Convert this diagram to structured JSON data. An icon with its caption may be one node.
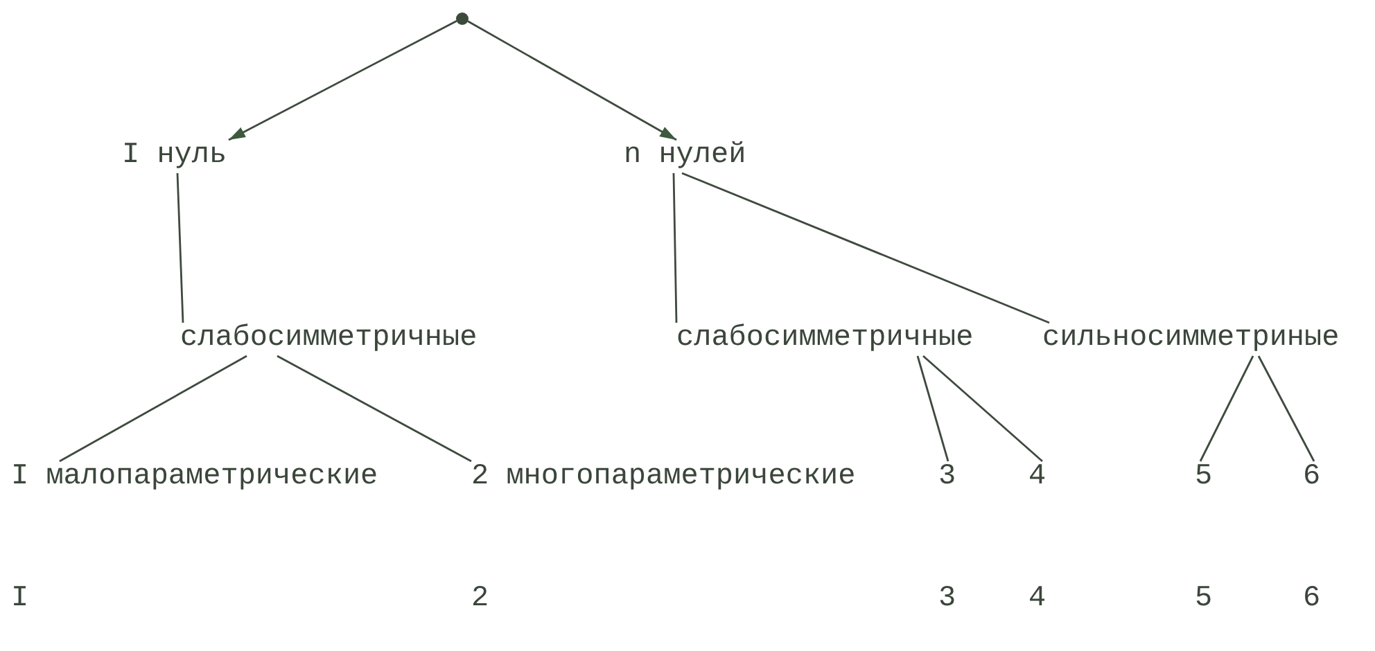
{
  "diagram": {
    "nodes": [
      {
        "text": [],
        "shape": "circle"
      },
      {
        "text": [
          "I нуль"
        ]
      },
      {
        "text": [
          "n нулей"
        ]
      },
      {
        "text": [
          "слабосимметричные"
        ]
      },
      {
        "text": [
          "слабосимметричные"
        ]
      },
      {
        "text": [
          "сильносимметриные"
        ]
      },
      {
        "text": [
          "I малопараметрические"
        ]
      },
      {
        "text": [
          "2 многопараметрические"
        ]
      },
      {
        "text": [
          "3"
        ]
      },
      {
        "text": [
          "4"
        ]
      },
      {
        "text": [
          "5"
        ]
      },
      {
        "text": [
          "6"
        ]
      }
    ],
    "edges": [
      {
        "from": 0,
        "to": 1,
        "arrow": "to"
      },
      {
        "from": 0,
        "to": 2,
        "arrow": "to"
      },
      {
        "from": 1,
        "to": 3,
        "arrow": "none"
      },
      {
        "from": 2,
        "to": 4,
        "arrow": "none"
      },
      {
        "from": 2,
        "to": 5,
        "arrow": "none"
      },
      {
        "from": 3,
        "to": 6,
        "arrow": "none"
      },
      {
        "from": 3,
        "to": 7,
        "arrow": "none"
      },
      {
        "from": 4,
        "to": 8,
        "arrow": "none"
      },
      {
        "from": 4,
        "to": 9,
        "arrow": "none"
      },
      {
        "from": 5,
        "to": 10,
        "arrow": "none"
      },
      {
        "from": 5,
        "to": 11,
        "arrow": "none"
      }
    ],
    "labels": [
      "I",
      "2",
      "3",
      "4",
      "5",
      "6"
    ]
  }
}
